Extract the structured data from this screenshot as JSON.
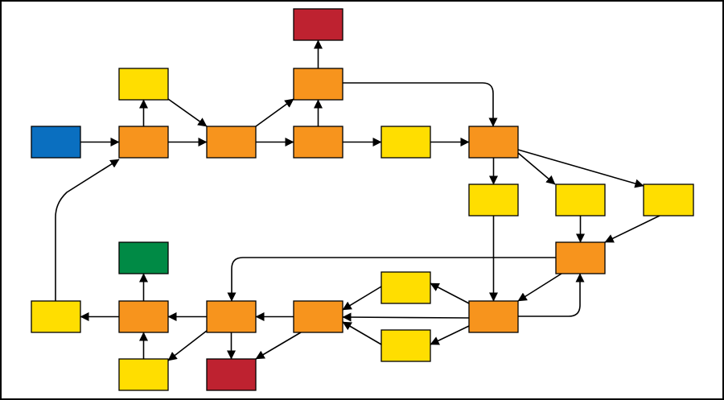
{
  "colors": {
    "blue": "#0a6fc0",
    "orange": "#f7941d",
    "yellow": "#ffde00",
    "red": "#be2230",
    "green": "#008a45",
    "border": "#000000",
    "edge": "#000000"
  },
  "nodes": [
    {
      "id": "n-blue-start",
      "color": "blue"
    },
    {
      "id": "n-orange-1",
      "color": "orange"
    },
    {
      "id": "n-yellow-top-left",
      "color": "yellow"
    },
    {
      "id": "n-orange-2",
      "color": "orange"
    },
    {
      "id": "n-orange-3",
      "color": "orange"
    },
    {
      "id": "n-orange-upper",
      "color": "orange"
    },
    {
      "id": "n-red-top",
      "color": "red"
    },
    {
      "id": "n-yellow-mid",
      "color": "yellow"
    },
    {
      "id": "n-orange-4",
      "color": "orange"
    },
    {
      "id": "n-yellow-r1",
      "color": "yellow"
    },
    {
      "id": "n-yellow-r2",
      "color": "yellow"
    },
    {
      "id": "n-yellow-r3",
      "color": "yellow"
    },
    {
      "id": "n-orange-right",
      "color": "orange"
    },
    {
      "id": "n-orange-hub",
      "color": "orange"
    },
    {
      "id": "n-yellow-hub-up",
      "color": "yellow"
    },
    {
      "id": "n-yellow-hub-down",
      "color": "yellow"
    },
    {
      "id": "n-orange-b3",
      "color": "orange"
    },
    {
      "id": "n-orange-b2",
      "color": "orange"
    },
    {
      "id": "n-red-bottom",
      "color": "red"
    },
    {
      "id": "n-orange-b1",
      "color": "orange"
    },
    {
      "id": "n-green",
      "color": "green"
    },
    {
      "id": "n-yellow-bottom",
      "color": "yellow"
    },
    {
      "id": "n-yellow-left",
      "color": "yellow"
    }
  ],
  "edges": [
    {
      "from": "n-blue-start",
      "to": "n-orange-1"
    },
    {
      "from": "n-orange-1",
      "to": "n-yellow-top-left"
    },
    {
      "from": "n-orange-1",
      "to": "n-orange-2"
    },
    {
      "from": "n-yellow-top-left",
      "to": "n-orange-2"
    },
    {
      "from": "n-orange-2",
      "to": "n-orange-upper"
    },
    {
      "from": "n-orange-2",
      "to": "n-orange-3"
    },
    {
      "from": "n-orange-3",
      "to": "n-orange-upper"
    },
    {
      "from": "n-orange-upper",
      "to": "n-red-top"
    },
    {
      "from": "n-orange-upper",
      "to": "n-orange-4"
    },
    {
      "from": "n-orange-3",
      "to": "n-yellow-mid"
    },
    {
      "from": "n-yellow-mid",
      "to": "n-orange-4"
    },
    {
      "from": "n-orange-4",
      "to": "n-yellow-r1"
    },
    {
      "from": "n-orange-4",
      "to": "n-yellow-r2"
    },
    {
      "from": "n-orange-4",
      "to": "n-yellow-r3"
    },
    {
      "from": "n-yellow-r2",
      "to": "n-orange-right"
    },
    {
      "from": "n-yellow-r3",
      "to": "n-orange-right"
    },
    {
      "from": "n-yellow-r1",
      "to": "n-orange-hub"
    },
    {
      "from": "n-orange-right",
      "to": "n-orange-hub"
    },
    {
      "from": "n-orange-hub",
      "to": "n-orange-right"
    },
    {
      "from": "n-orange-right",
      "to": "n-orange-b2"
    },
    {
      "from": "n-orange-hub",
      "to": "n-yellow-hub-up"
    },
    {
      "from": "n-orange-hub",
      "to": "n-yellow-hub-down"
    },
    {
      "from": "n-orange-hub",
      "to": "n-orange-b3"
    },
    {
      "from": "n-yellow-hub-up",
      "to": "n-orange-b3"
    },
    {
      "from": "n-yellow-hub-down",
      "to": "n-orange-b3"
    },
    {
      "from": "n-orange-b3",
      "to": "n-orange-b2"
    },
    {
      "from": "n-orange-b3",
      "to": "n-red-bottom"
    },
    {
      "from": "n-orange-b2",
      "to": "n-red-bottom"
    },
    {
      "from": "n-orange-b2",
      "to": "n-orange-b1"
    },
    {
      "from": "n-orange-b2",
      "to": "n-yellow-bottom"
    },
    {
      "from": "n-yellow-bottom",
      "to": "n-orange-b1"
    },
    {
      "from": "n-orange-b1",
      "to": "n-green"
    },
    {
      "from": "n-orange-b1",
      "to": "n-yellow-left"
    },
    {
      "from": "n-yellow-left",
      "to": "n-orange-1"
    }
  ]
}
